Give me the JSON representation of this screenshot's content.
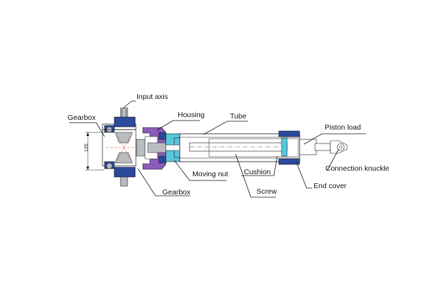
{
  "diagram": {
    "labels": {
      "input_axis": "Input axis",
      "housing": "Housing",
      "tube": "Tube",
      "gearbox_left": "Gearbox",
      "piston_load": "Piston load",
      "moving_nut": "Moving nut",
      "cushion": "Cushion",
      "connection_knuckle": "Connection knuckle",
      "screw": "Screw",
      "end_cover": "End cover",
      "gearbox_bottom": "Gearbox"
    },
    "dimension": "120",
    "colors": {
      "gearbox_blue": "#2b4a9c",
      "housing_purple": "#8a5db8",
      "tube_cyan": "#58c7dc",
      "gear_gray": "#b9bcc1",
      "line": "#111111",
      "axis_red": "#d23a3a"
    }
  }
}
